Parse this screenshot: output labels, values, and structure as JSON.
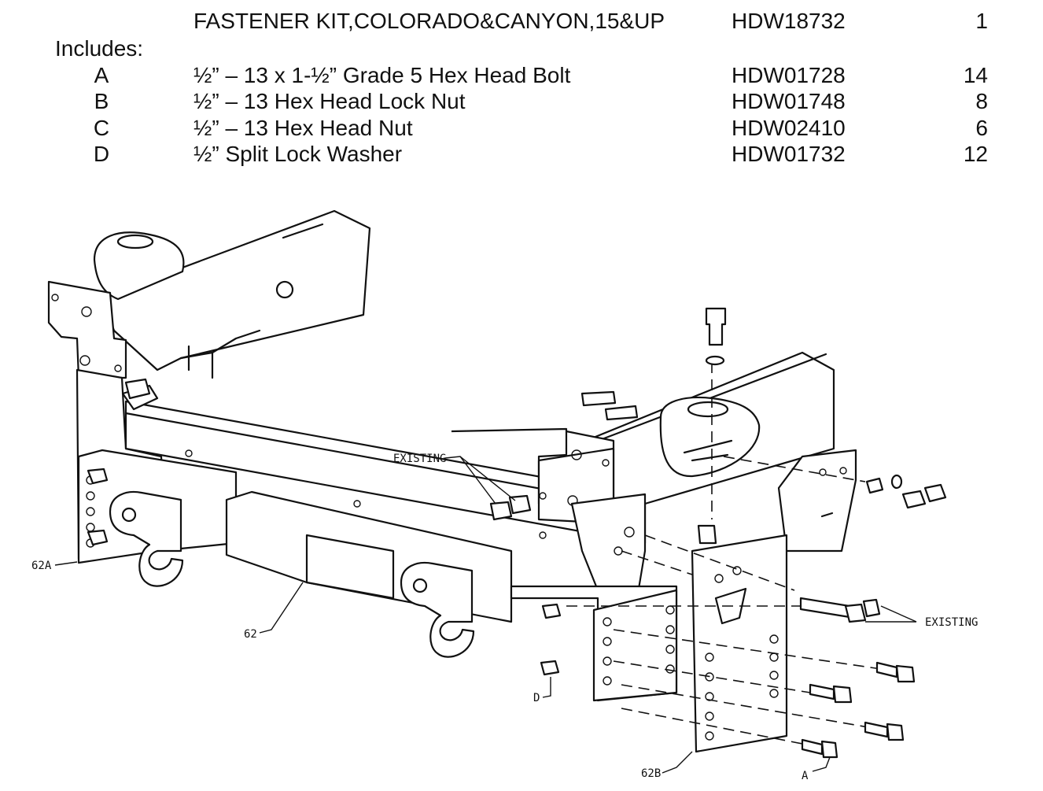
{
  "kit": {
    "title": "FASTENER KIT,COLORADO&CANYON,15&UP",
    "part_number": "HDW18732",
    "quantity": "1",
    "includes_label": "Includes:"
  },
  "parts": [
    {
      "letter": "A",
      "description": "½” – 13 x 1-½” Grade 5 Hex Head Bolt",
      "part_number": "HDW01728",
      "quantity": "14"
    },
    {
      "letter": "B",
      "description": "½” – 13 Hex Head Lock Nut",
      "part_number": "HDW01748",
      "quantity": "8"
    },
    {
      "letter": "C",
      "description": "½” – 13 Hex Head Nut",
      "part_number": "HDW02410",
      "quantity": "6"
    },
    {
      "letter": "D",
      "description": "½” Split Lock Washer",
      "part_number": "HDW01732",
      "quantity": "12"
    }
  ],
  "diagram": {
    "callouts": {
      "existing_top": "EXISTING",
      "existing_right": "EXISTING",
      "ref_62a": "62A",
      "ref_62": "62",
      "ref_62b": "62B",
      "ref_d": "D",
      "ref_a": "A"
    }
  }
}
